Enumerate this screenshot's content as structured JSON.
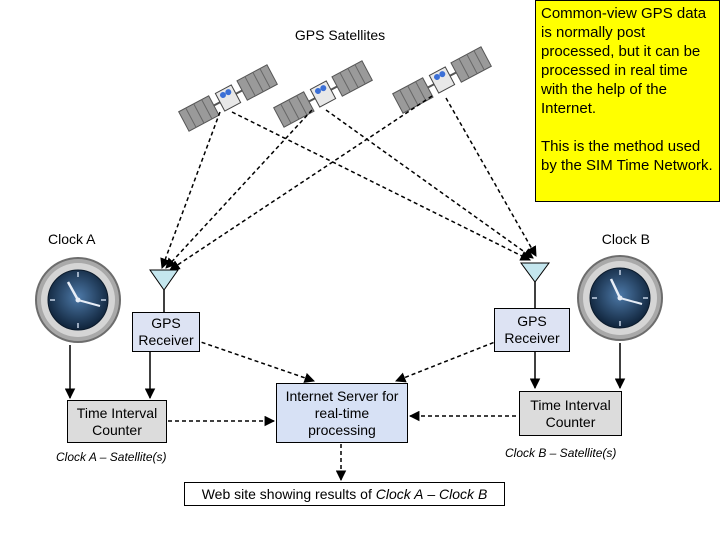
{
  "title": "GPS Satellites",
  "note": {
    "paragraph1": "Common-view GPS data is normally post processed, but it can be processed in real time with the help of the Internet.",
    "paragraph2": "This is the method used by the SIM Time Network."
  },
  "clock_a": {
    "label": "Clock A",
    "receiver": "GPS\nReceiver",
    "counter": "Time Interval\nCounter",
    "result": "Clock A – Satellite(s)"
  },
  "clock_b": {
    "label": "Clock B",
    "receiver": "GPS\nReceiver",
    "counter": "Time Interval\nCounter",
    "result": "Clock B – Satellite(s)"
  },
  "server": "Internet Server for\nreal-time\nprocessing",
  "website": {
    "prefix": "Web site showing results of ",
    "clock_a": "Clock A",
    "dash": " – ",
    "clock_b": "Clock B"
  },
  "colors": {
    "receiver_fill": "#dde3f3",
    "server_fill": "#d7e1f5",
    "counter_fill": "#dcdcdc",
    "note_fill": "#ffff00",
    "antenna_fill": "#c4e6ee",
    "satellite_panel": "#9a9a9a",
    "clock_face": "#1f3a58"
  }
}
